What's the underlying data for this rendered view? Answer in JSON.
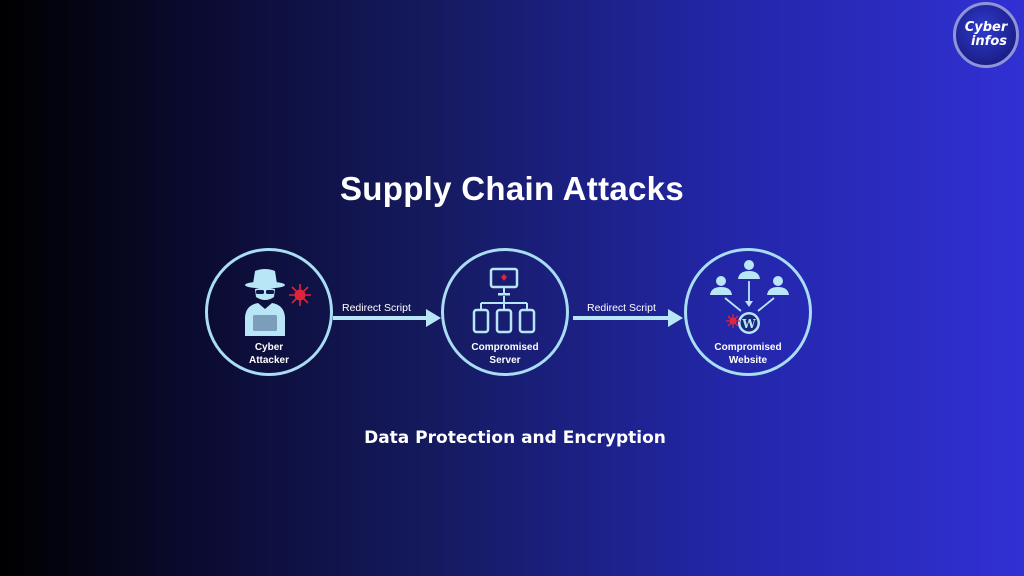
{
  "logo": {
    "line1": "Cyber",
    "line2": "infos"
  },
  "title": "Supply Chain Attacks",
  "nodes": [
    {
      "line1": "Cyber",
      "line2": "Attacker"
    },
    {
      "line1": "Compromised",
      "line2": "Server"
    },
    {
      "line1": "Compromised",
      "line2": "Website"
    }
  ],
  "edges": [
    {
      "label": "Redirect Script"
    },
    {
      "label": "Redirect Script"
    }
  ],
  "subtitle": "Data Protection and Encryption",
  "colors": {
    "node_stroke": "#a9ddf3",
    "node_fill": "#b9e6f7",
    "malware": "#e0243a"
  }
}
